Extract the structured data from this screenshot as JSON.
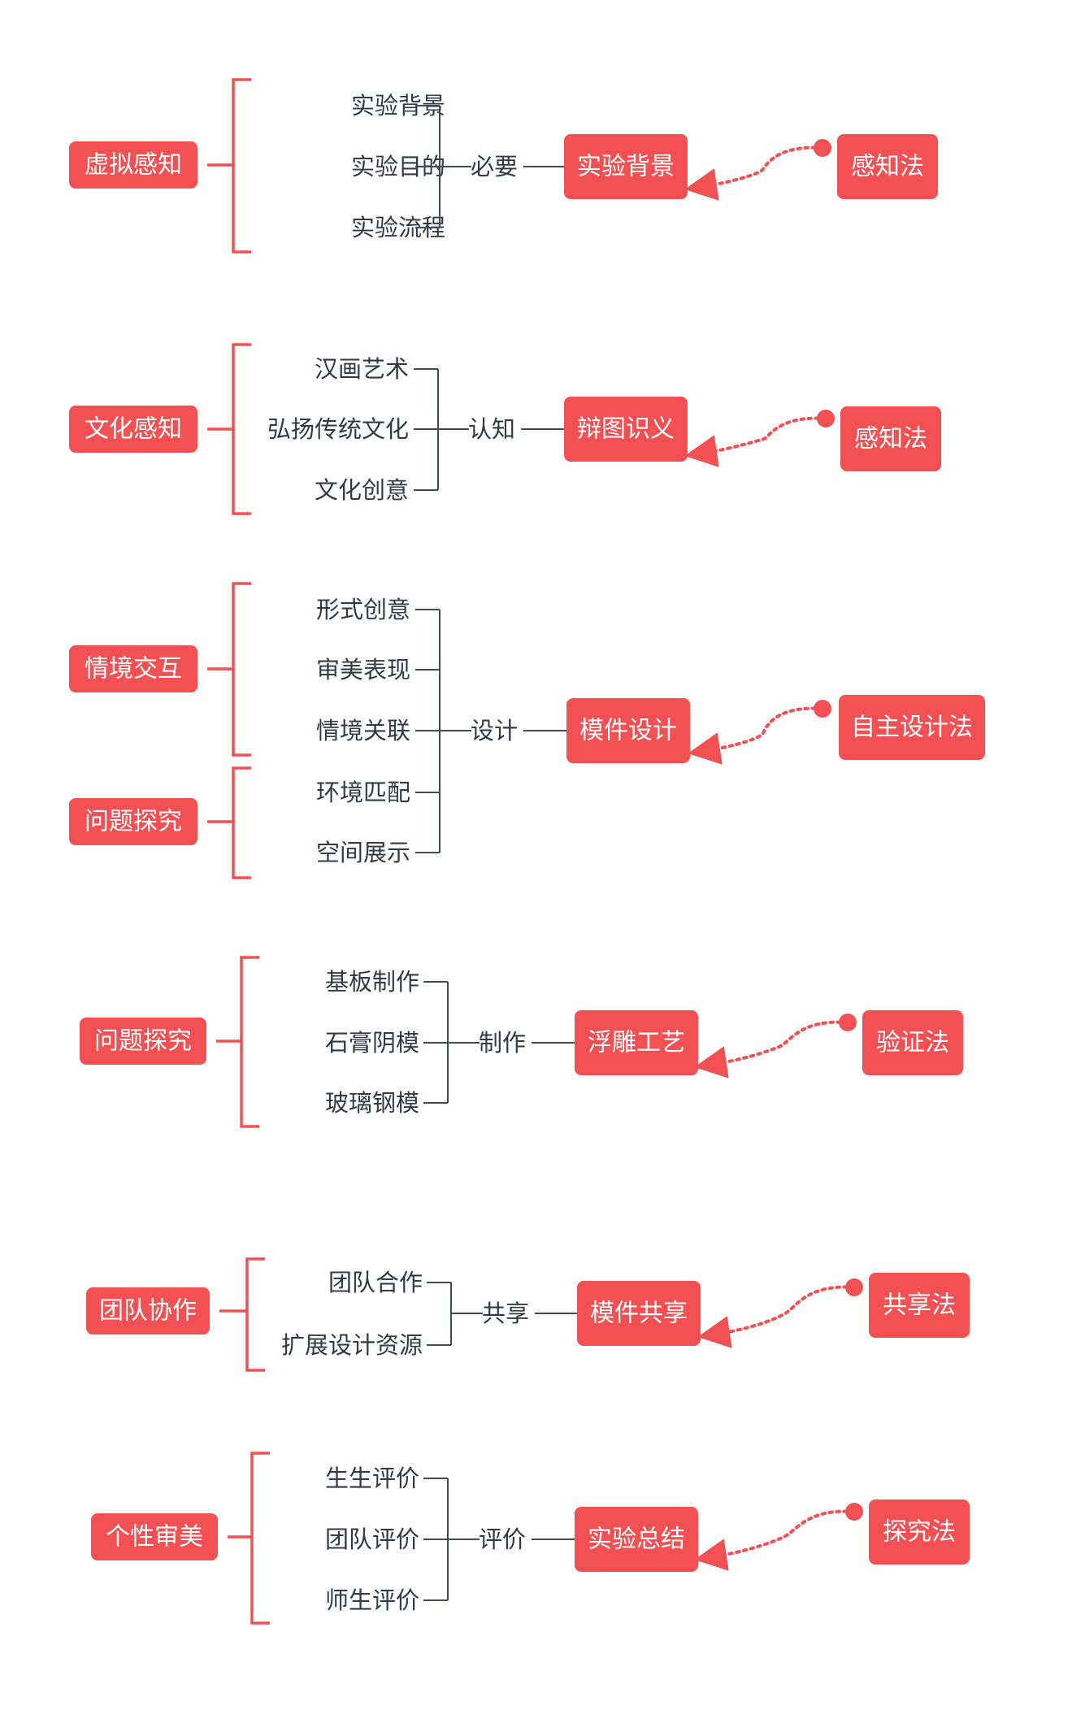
{
  "colors": {
    "accent": "#f25052",
    "line": "#444b55",
    "text": "#333a44"
  },
  "groups": [
    {
      "leftBoxes": [
        "虚拟感知"
      ],
      "items": [
        "实验背景",
        "实验目的",
        "实验流程"
      ],
      "verb": "必要",
      "result": "实验背景",
      "method": "感知法"
    },
    {
      "leftBoxes": [
        "文化感知"
      ],
      "items": [
        "汉画艺术",
        "弘扬传统文化",
        "文化创意"
      ],
      "verb": "认知",
      "result": "辩图识义",
      "method": "感知法"
    },
    {
      "leftBoxes": [
        "情境交互",
        "问题探究"
      ],
      "items": [
        "形式创意",
        "审美表现",
        "情境关联",
        "环境匹配",
        "空间展示"
      ],
      "verb": "设计",
      "result": "模件设计",
      "method": "自主设计法"
    },
    {
      "leftBoxes": [
        "问题探究"
      ],
      "items": [
        "基板制作",
        "石膏阴模",
        "玻璃钢模"
      ],
      "verb": "制作",
      "result": "浮雕工艺",
      "method": "验证法"
    },
    {
      "leftBoxes": [
        "团队协作"
      ],
      "items": [
        "团队合作",
        "扩展设计资源"
      ],
      "verb": "共享",
      "result": "模件共享",
      "method": "共享法"
    },
    {
      "leftBoxes": [
        "个性审美"
      ],
      "items": [
        "生生评价",
        "团队评价",
        "师生评价"
      ],
      "verb": "评价",
      "result": "实验总结",
      "method": "探究法"
    }
  ]
}
